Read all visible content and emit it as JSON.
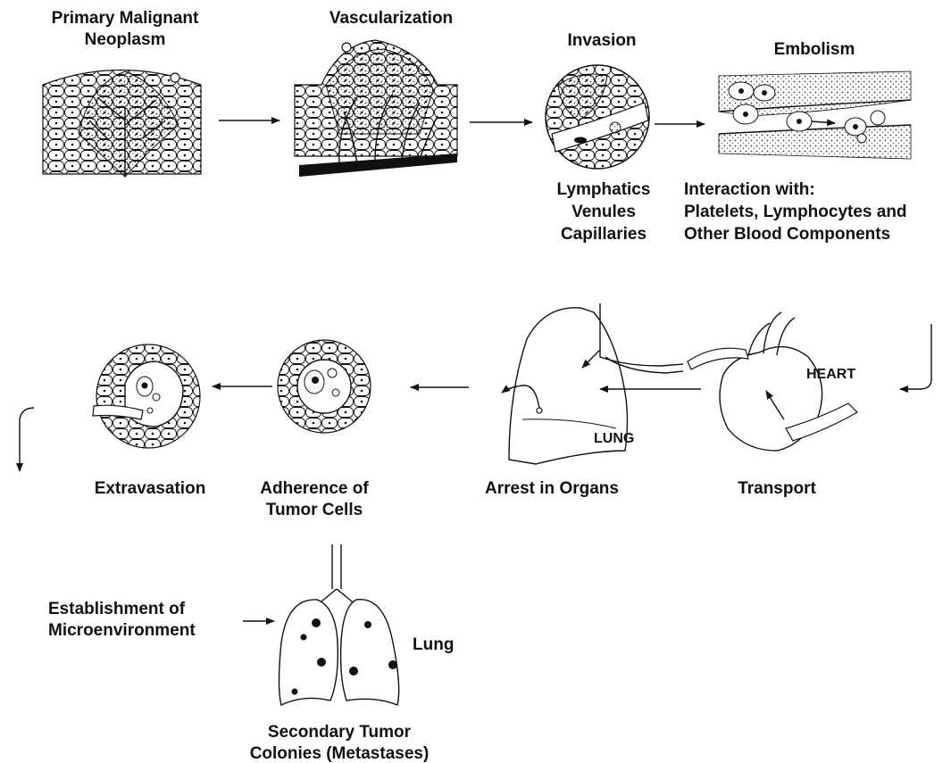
{
  "stages": {
    "primary": {
      "line1": "Primary Malignant",
      "line2": "Neoplasm"
    },
    "vascularization": {
      "label": "Vascularization"
    },
    "invasion": {
      "label": "Invasion",
      "sub1": "Lymphatics",
      "sub2": "Venules",
      "sub3": "Capillaries"
    },
    "embolism": {
      "label": "Embolism",
      "sub1": "Interaction with:",
      "sub2": "Platelets, Lymphocytes and",
      "sub3": "Other Blood Components"
    },
    "transport": {
      "label": "Transport",
      "organ": "HEART"
    },
    "arrest": {
      "label": "Arrest in Organs",
      "organ": "LUNG"
    },
    "adherence": {
      "line1": "Adherence of",
      "line2": "Tumor Cells"
    },
    "extravasation": {
      "label": "Extravasation"
    },
    "microenvironment": {
      "line1": "Establishment of",
      "line2": "Microenvironment"
    },
    "secondary": {
      "line1": "Secondary Tumor",
      "line2": "Colonies (Metastases)",
      "organ": "Lung"
    }
  }
}
